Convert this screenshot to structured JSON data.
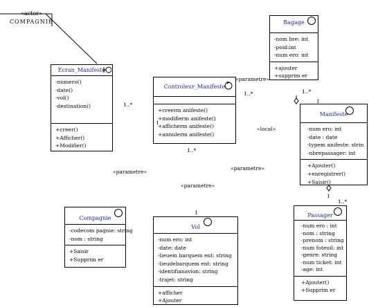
{
  "actor": {
    "stereotype": "«actor»",
    "name": "COMPAGNIE"
  },
  "classes": {
    "ecran": {
      "name": "Ecran_Manifeste",
      "attributes": [
        "-numero()",
        "-date()",
        "-vol()",
        "-destination()"
      ],
      "operations": [
        "+creer()",
        "+Afficher()",
        "+Modifier()"
      ]
    },
    "controleur": {
      "name": "Controleur_Manifeste",
      "attributes": [],
      "operations": [
        "+creerm anifeste()",
        "+modifierm anifeste()",
        "+afficherm anifeste()",
        "+annulerm anifeste()"
      ]
    },
    "bagage": {
      "name": "Bagage",
      "attributes": [
        "-nom bre: int",
        "-poid:int",
        "-num ero: int"
      ],
      "operations": [
        "+ajouter",
        "+supprim er"
      ]
    },
    "manifeste": {
      "name": "Manifeste",
      "attributes": [
        "-num ero: int",
        "-date : date",
        "-typem anifeste: strin",
        "-nbrepassager: int"
      ],
      "operations": [
        "+Ajouter()",
        "+enregistrer()",
        "+Saisir()"
      ]
    },
    "compagnie": {
      "name": "Compagnie",
      "attributes": [
        "-codecom pagnie: string",
        "-nom : string"
      ],
      "operations": [
        "+Saisir",
        "+Supprim er"
      ]
    },
    "vol": {
      "name": "Vol",
      "attributes": [
        "-num ero: int",
        "-date: date",
        "-lieuem barquem ent: string",
        "-lieudebarquem ent: string",
        "-identifianavion: string",
        "-trajet: string"
      ],
      "operations": [
        "+afficher",
        "+Ajouter"
      ]
    },
    "passager": {
      "name": "Passager",
      "attributes": [
        "-num ero : int",
        "-nom : string",
        "-prenom : string",
        "-num foteuil: int",
        "-genre: string",
        "-num ticket: int",
        "-age: int"
      ],
      "operations": [
        "+Ajouter()",
        "+Supprim er"
      ]
    }
  },
  "labels": {
    "param1": "«parametre»",
    "param2": "«parametre»",
    "param3": "«parametre»",
    "param4": "«parametre»",
    "local": "«local»",
    "m1": "1..*",
    "m2": "1..*",
    "m3": "1..*",
    "m4": "1..*",
    "m5": "1..*",
    "one1": "1",
    "one2": "1",
    "one3": "1",
    "one4": "1"
  }
}
